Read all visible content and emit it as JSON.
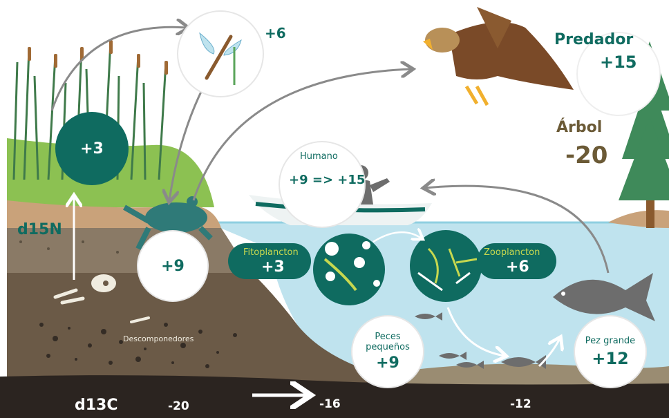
{
  "colors": {
    "teal": "#0f6b60",
    "grass": "#8cc152",
    "soil": "#6b5a47",
    "water": "#bfe3ee",
    "tree_label": "#6b5a36"
  },
  "icons": [
    "dragonfly-icon",
    "frog-icon",
    "eagle-icon",
    "pine-tree-icon",
    "boat-icon",
    "human-icon",
    "phytoplankton-icon",
    "zooplankton-icon",
    "small-fish-icon",
    "big-fish-icon",
    "bones-icon",
    "skull-icon"
  ],
  "labels": {
    "plants_value": "+3",
    "dragonfly_value": "+6",
    "predator_name": "Predador",
    "predator_value": "+15",
    "tree_name": "Árbol",
    "tree_value": "-20",
    "human_name": "Humano",
    "human_value": "+9 => +15",
    "frog_value": "+9",
    "d15n": "d15N",
    "phyto_name": "Fitoplancton",
    "phyto_value": "+3",
    "zoo_name": "Zooplancton",
    "zoo_value": "+6",
    "decomposers": "Descomponedores",
    "small_fish_name_1": "Peces",
    "small_fish_name_2": "pequeños",
    "small_fish_value": "+9",
    "big_fish_name": "Pez grande",
    "big_fish_value": "+12",
    "d13c": "d13C",
    "c_scale_1": "-20",
    "c_scale_2": "-16",
    "c_scale_3": "-12"
  }
}
